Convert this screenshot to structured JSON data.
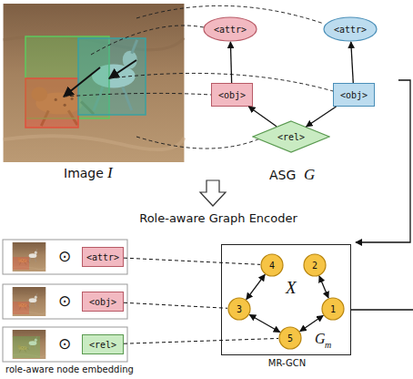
{
  "diagram": {
    "nodes": [
      {
        "text": [
          "<attr>"
        ]
      },
      {
        "text": [
          "<attr>"
        ]
      },
      {
        "text": [
          "<obj>"
        ]
      },
      {
        "text": [
          "<obj>"
        ]
      },
      {
        "text": [
          "<rel>"
        ]
      },
      {
        "text": [
          "<attr>"
        ]
      },
      {
        "text": [
          "<obj>"
        ]
      },
      {
        "text": [
          "<rel>"
        ]
      },
      {
        "text": [
          "X",
          "G",
          "m",
          "MR-GCN"
        ]
      },
      {
        "text": [
          "4"
        ],
        "in": 8
      },
      {
        "text": [
          "2"
        ],
        "in": 8
      },
      {
        "text": [
          "3"
        ],
        "in": 8
      },
      {
        "text": [
          "1"
        ],
        "in": 8
      },
      {
        "text": [
          "5"
        ],
        "in": 8
      }
    ],
    "edges": [
      {
        "from": 2,
        "to": 0,
        "arrow": "to"
      },
      {
        "from": 3,
        "to": 1,
        "arrow": "to"
      },
      {
        "from": 3,
        "to": 4,
        "arrow": "to"
      },
      {
        "from": 4,
        "to": 2,
        "arrow": "to"
      },
      {
        "from": 9,
        "to": 11,
        "arrow": "both"
      },
      {
        "from": 10,
        "to": 12,
        "arrow": "both"
      },
      {
        "from": 11,
        "to": 13,
        "arrow": "both"
      },
      {
        "from": 13,
        "to": 12,
        "arrow": "both"
      },
      {
        "from": 5,
        "to": 9,
        "arrow": "none"
      },
      {
        "from": 6,
        "to": 11,
        "arrow": "none"
      },
      {
        "from": 7,
        "to": 13,
        "arrow": "none"
      }
    ],
    "labels": [
      "Image",
      "I",
      "ASG",
      "G",
      "Role-aware Graph Encoder",
      "⊙",
      "⊙",
      "⊙",
      "role-aware node embedding"
    ]
  }
}
